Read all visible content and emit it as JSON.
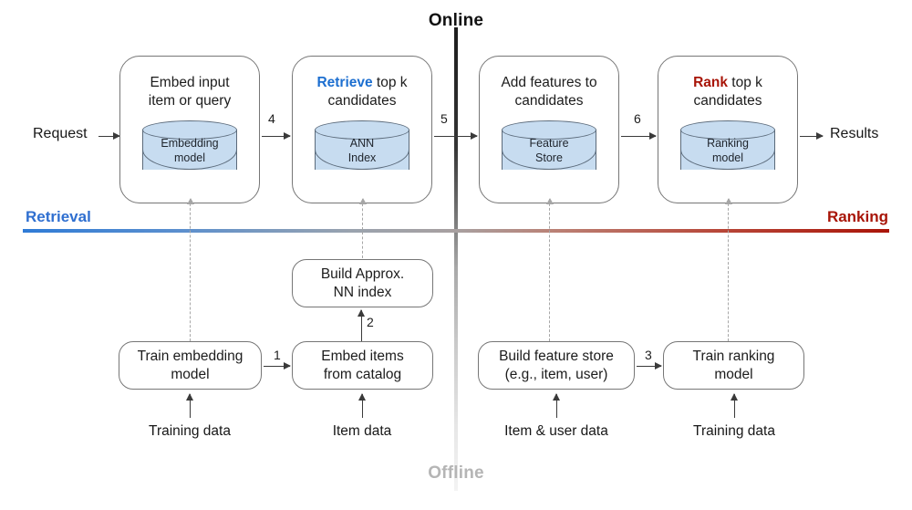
{
  "diagram": {
    "title_online": "Online",
    "title_offline": "Offline",
    "lane_left_label": "Retrieval",
    "lane_right_label": "Ranking",
    "lane_left_color": "#2f6fd0",
    "lane_right_color": "#a81508",
    "cylinder_fill": "#c7dcf0",
    "io": {
      "request": "Request",
      "results": "Results"
    },
    "online_stages": [
      {
        "id": "embed-input",
        "title_plain": "Embed input\nitem or query",
        "keyword": "",
        "keyword_rest": "",
        "store": "Embedding\nmodel"
      },
      {
        "id": "retrieve",
        "title_plain": "",
        "keyword": "Retrieve",
        "keyword_rest": " top k\ncandidates",
        "store": "ANN\nIndex"
      },
      {
        "id": "add-features",
        "title_plain": "Add features to\ncandidates",
        "keyword": "",
        "keyword_rest": "",
        "store": "Feature\nStore"
      },
      {
        "id": "rank",
        "title_plain": "",
        "keyword": "Rank",
        "keyword_rest": " top k\ncandidates",
        "store": "Ranking\nmodel"
      }
    ],
    "offline_stages": [
      {
        "id": "train-embedding-model",
        "title": "Train embedding\nmodel"
      },
      {
        "id": "embed-items-from-catalog",
        "title": "Embed items\nfrom catalog"
      },
      {
        "id": "build-approx-nn-index",
        "title": "Build Approx.\nNN index"
      },
      {
        "id": "build-feature-store",
        "title": "Build feature store\n(e.g., item, user)"
      },
      {
        "id": "train-ranking-model",
        "title": "Train ranking\nmodel"
      }
    ],
    "data_sources": [
      {
        "id": "training-data-left",
        "label": "Training data"
      },
      {
        "id": "item-data",
        "label": "Item data"
      },
      {
        "id": "item-user-data",
        "label": "Item & user data"
      },
      {
        "id": "training-data-right",
        "label": "Training data"
      }
    ],
    "step_numbers": {
      "s1": "1",
      "s2": "2",
      "s3": "3",
      "s4": "4",
      "s5": "5",
      "s6": "6"
    }
  }
}
